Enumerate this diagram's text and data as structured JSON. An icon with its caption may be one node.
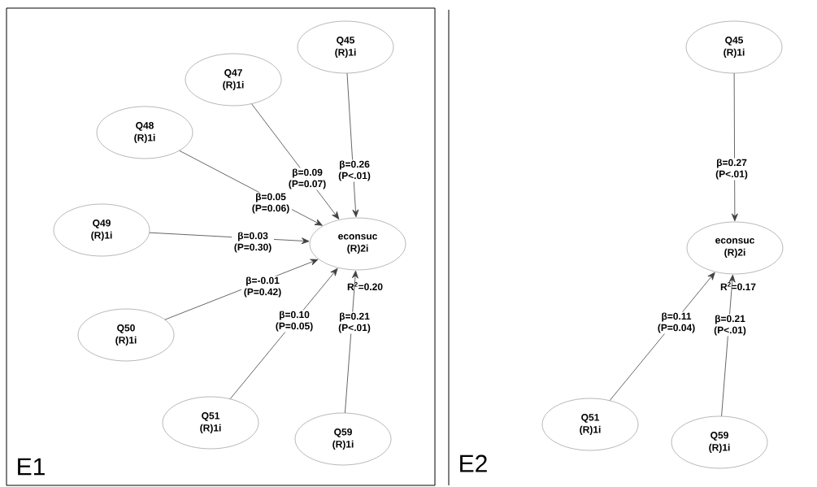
{
  "diagram": {
    "nodes": [
      {
        "text": [
          "econsuc",
          "(R)2i"
        ],
        "beside": [
          "R$^{2}$=0.20"
        ]
      },
      {
        "text": [
          "Q45",
          "(R)1i"
        ]
      },
      {
        "text": [
          "Q47",
          "(R)1i"
        ]
      },
      {
        "text": [
          "Q48",
          "(R)1i"
        ]
      },
      {
        "text": [
          "Q49",
          "(R)1i"
        ]
      },
      {
        "text": [
          "Q50",
          "(R)1i"
        ]
      },
      {
        "text": [
          "Q51",
          "(R)1i"
        ]
      },
      {
        "text": [
          "Q59",
          "(R)1i"
        ]
      },
      {
        "text": [
          "econsuc",
          "(R)2i"
        ],
        "beside": [
          "R$^{2}$=0.17"
        ]
      },
      {
        "text": [
          "Q45",
          "(R)1i"
        ]
      },
      {
        "text": [
          "Q51",
          "(R)1i"
        ]
      },
      {
        "text": [
          "Q59",
          "(R)1i"
        ]
      }
    ],
    "edges": [
      {
        "from": 1,
        "to": 0,
        "arrow": "to",
        "label": "β=0.26 (P<.01)"
      },
      {
        "from": 2,
        "to": 0,
        "arrow": "to",
        "label": "β=0.09 (P=0.07)"
      },
      {
        "from": 3,
        "to": 0,
        "arrow": "to",
        "label": "β=0.05 (P=0.06)"
      },
      {
        "from": 4,
        "to": 0,
        "arrow": "to",
        "label": "β=0.03 (P=0.30)"
      },
      {
        "from": 5,
        "to": 0,
        "arrow": "to",
        "label": "β=-0.01 (P=0.42)"
      },
      {
        "from": 6,
        "to": 0,
        "arrow": "to",
        "label": "β=0.10 (P=0.05)"
      },
      {
        "from": 7,
        "to": 0,
        "arrow": "to",
        "label": "β=0.21 (P<.01)"
      },
      {
        "from": 9,
        "to": 8,
        "arrow": "to",
        "label": "β=0.27 (P<.01)"
      },
      {
        "from": 10,
        "to": 8,
        "arrow": "to",
        "label": "β=0.11 (P=0.04)"
      },
      {
        "from": 11,
        "to": 8,
        "arrow": "to",
        "label": "β=0.21 (P<.01)"
      }
    ],
    "labels": [
      "E1",
      "E2"
    ]
  }
}
